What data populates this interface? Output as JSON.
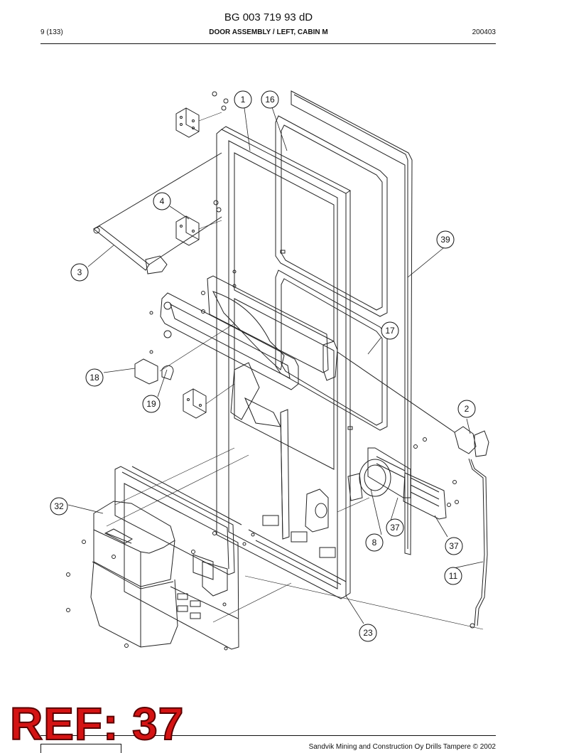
{
  "header": {
    "doc_code": "BG 003 719 93 dD",
    "page_ref": "9 (133)",
    "title": "DOOR ASSEMBLY / LEFT, CABIN M",
    "date_code": "200403"
  },
  "callouts": [
    "1",
    "16",
    "4",
    "39",
    "3",
    "17",
    "18",
    "19",
    "2",
    "32",
    "37",
    "8",
    "37",
    "11",
    "23"
  ],
  "stamp": {
    "text": "REF: 37",
    "color": "#d41414"
  },
  "footer": {
    "copyright": "Sandvik Mining and Construction Oy Drills Tampere © 2002"
  }
}
